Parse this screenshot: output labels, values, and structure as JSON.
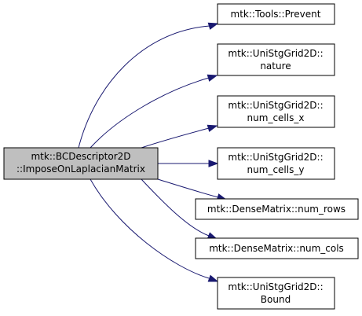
{
  "graph": {
    "source": {
      "lines": [
        "mtk::BCDescriptor2D",
        "::ImposeOnLaplacianMatrix"
      ],
      "fill": "#bfbfbf",
      "border": "#000000"
    },
    "targets": [
      {
        "lines": [
          "mtk::Tools::Prevent"
        ]
      },
      {
        "lines": [
          "mtk::UniStgGrid2D::",
          "nature"
        ]
      },
      {
        "lines": [
          "mtk::UniStgGrid2D::",
          "num_cells_x"
        ]
      },
      {
        "lines": [
          "mtk::UniStgGrid2D::",
          "num_cells_y"
        ]
      },
      {
        "lines": [
          "mtk::DenseMatrix::num_rows"
        ]
      },
      {
        "lines": [
          "mtk::DenseMatrix::num_cols"
        ]
      },
      {
        "lines": [
          "mtk::UniStgGrid2D::",
          "Bound"
        ]
      }
    ],
    "colors": {
      "node_fill": "#ffffff",
      "node_border": "#000000",
      "edge": "#191970"
    }
  }
}
